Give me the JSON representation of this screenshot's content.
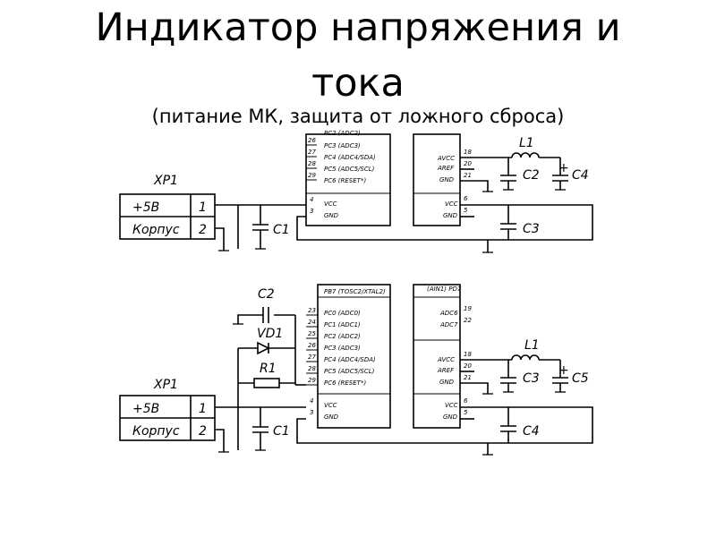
{
  "slide": {
    "title_line1": "Индикатор напряжения и",
    "title_line2": "тока",
    "subtitle": "(питание МК, защита от ложного сброса)"
  },
  "diagram_top": {
    "connector": {
      "ref": "XP1",
      "rows": [
        {
          "label": "+5В",
          "pin": "1"
        },
        {
          "label": "Корпус",
          "pin": "2"
        }
      ]
    },
    "left_pins": [
      {
        "name": "PC2 (ADC2)",
        "num": ""
      },
      {
        "name": "PC3 (ADC3)",
        "num": "26"
      },
      {
        "name": "PC4 (ADC4/SDA)",
        "num": "27"
      },
      {
        "name": "PC5 (ADC5/SCL)",
        "num": "28"
      },
      {
        "name": "PC6 (RESET*)",
        "num": "29"
      }
    ],
    "power_left": [
      {
        "name": "VCC",
        "num": "4"
      },
      {
        "name": "GND",
        "num": "3"
      }
    ],
    "right_pins": [
      {
        "name": "AVCC",
        "num": "18"
      },
      {
        "name": "AREF",
        "num": "20"
      },
      {
        "name": "GND",
        "num": "21"
      }
    ],
    "power_right": [
      {
        "name": "VCC",
        "num": "6"
      },
      {
        "name": "GND",
        "num": "5"
      }
    ],
    "labels": {
      "c1": "C1",
      "l1": "L1",
      "c2": "C2",
      "c4": "C4",
      "c3": "C3",
      "plus": "+"
    }
  },
  "diagram_bottom": {
    "connector": {
      "ref": "XP1",
      "rows": [
        {
          "label": "+5В",
          "pin": "1"
        },
        {
          "label": "Корпус",
          "pin": "2"
        }
      ]
    },
    "top_left_pin": "PB7 (TOSC2/XTAL2)",
    "top_right_pin": "(AIN1) PD7",
    "right_adc": [
      "ADC6",
      "ADC7"
    ],
    "right_adc_nums": [
      "19",
      "22"
    ],
    "left_pins": [
      {
        "name": "PC0 (ADC0)",
        "num": "23"
      },
      {
        "name": "PC1 (ADC1)",
        "num": "24"
      },
      {
        "name": "PC2 (ADC2)",
        "num": "25"
      },
      {
        "name": "PC3 (ADC3)",
        "num": "26"
      },
      {
        "name": "PC4 (ADC4/SDA)",
        "num": "27"
      },
      {
        "name": "PC5 (ADC5/SCL)",
        "num": "28"
      },
      {
        "name": "PC6 (RESET*)",
        "num": "29"
      }
    ],
    "power_left": [
      {
        "name": "VCC",
        "num": "4"
      },
      {
        "name": "GND",
        "num": "3"
      }
    ],
    "right_pins": [
      {
        "name": "AVCC",
        "num": "18"
      },
      {
        "name": "AREF",
        "num": "20"
      },
      {
        "name": "GND",
        "num": "21"
      }
    ],
    "power_right": [
      {
        "name": "VCC",
        "num": "6"
      },
      {
        "name": "GND",
        "num": "5"
      }
    ],
    "labels": {
      "c2": "C2",
      "vd1": "VD1",
      "r1": "R1",
      "c1": "C1",
      "l1": "L1",
      "c3": "C3",
      "c5": "C5",
      "c4": "C4",
      "plus": "+"
    }
  }
}
